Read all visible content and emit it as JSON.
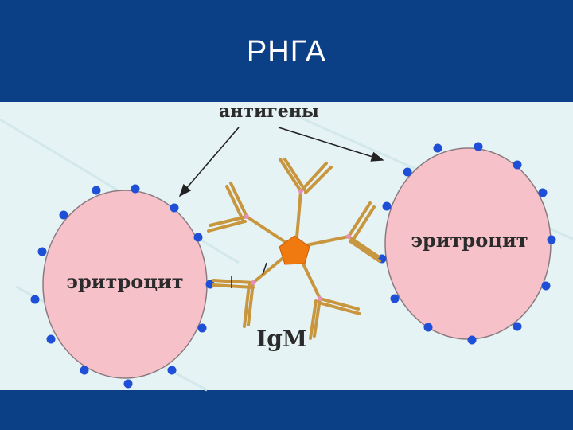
{
  "slide": {
    "title": "РНГА"
  },
  "diagram": {
    "antigens_label": "антигены",
    "left_cell_label": "эритроцит",
    "right_cell_label": "эритроцит",
    "antibody_label": "IgM"
  },
  "colors": {
    "header": "#0b3f86",
    "panel": "#e6f3f4",
    "cell_fill": "#f6c1c8",
    "antigen_dot": "#1f4fd6",
    "antibody": "#c8963e",
    "core": "#f07a10"
  }
}
